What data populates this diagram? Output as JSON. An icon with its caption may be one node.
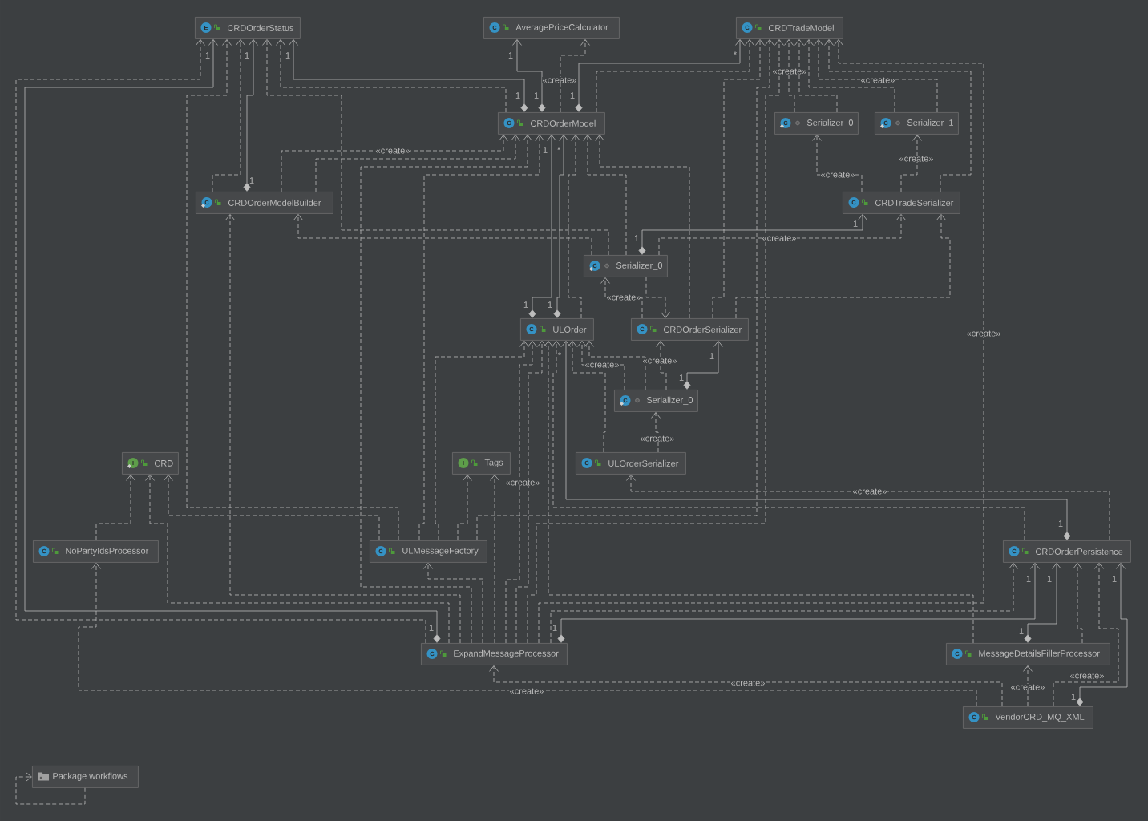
{
  "diagram": {
    "nodes": [
      {
        "text": [
          "E",
          "CRDOrderStatus"
        ]
      },
      {
        "text": [
          "C",
          "AveragePriceCalculator"
        ]
      },
      {
        "text": [
          "C",
          "CRDTradeModel"
        ]
      },
      {
        "text": [
          "C",
          "CRDOrderModel"
        ]
      },
      {
        "text": [
          "C",
          "Serializer_0"
        ]
      },
      {
        "text": [
          "C",
          "Serializer_1"
        ]
      },
      {
        "text": [
          "C",
          "CRDOrderModelBuilder"
        ]
      },
      {
        "text": [
          "C",
          "CRDTradeSerializer"
        ]
      },
      {
        "text": [
          "C",
          "Serializer_0"
        ]
      },
      {
        "text": [
          "C",
          "ULOrder"
        ]
      },
      {
        "text": [
          "C",
          "CRDOrderSerializer"
        ]
      },
      {
        "text": [
          "C",
          "Serializer_0"
        ]
      },
      {
        "text": [
          "I",
          "CRD"
        ]
      },
      {
        "text": [
          "I",
          "Tags"
        ]
      },
      {
        "text": [
          "C",
          "ULOrderSerializer"
        ]
      },
      {
        "text": [
          "C",
          "NoPartyIdsProcessor"
        ]
      },
      {
        "text": [
          "C",
          "ULMessageFactory"
        ]
      },
      {
        "text": [
          "C",
          "CRDOrderPersistence"
        ]
      },
      {
        "text": [
          "C",
          "ExpandMessageProcessor"
        ]
      },
      {
        "text": [
          "C",
          "MessageDetailsFillerProcessor"
        ]
      },
      {
        "text": [
          "C",
          "VendorCRD_MQ_XML"
        ]
      },
      {
        "text": [
          "Package workflows"
        ]
      }
    ],
    "edges": [
      {
        "from": 18,
        "to": 0,
        "arrow": "to",
        "style": "dashed"
      },
      {
        "from": 18,
        "to": 0,
        "arrow": "to"
      },
      {
        "from": 16,
        "to": 0,
        "arrow": "to",
        "style": "dashed"
      },
      {
        "from": 6,
        "to": 0,
        "arrow": "to",
        "style": "dashed"
      },
      {
        "from": 6,
        "to": 0,
        "arrow": "to"
      },
      {
        "from": 8,
        "to": 0,
        "arrow": "to",
        "style": "dashed"
      },
      {
        "from": 3,
        "to": 0,
        "arrow": "to",
        "style": "dashed"
      },
      {
        "from": 3,
        "to": 0,
        "arrow": "to"
      },
      {
        "from": 3,
        "to": 1,
        "arrow": "to"
      },
      {
        "from": 3,
        "to": 1,
        "arrow": "to",
        "style": "dashed",
        "label": "«create»"
      },
      {
        "from": 3,
        "to": 2,
        "arrow": "to"
      },
      {
        "from": 3,
        "to": 2,
        "arrow": "to",
        "style": "dashed"
      },
      {
        "from": 10,
        "to": 2,
        "arrow": "to",
        "style": "dashed"
      },
      {
        "from": 16,
        "to": 2,
        "arrow": "to",
        "style": "dashed"
      },
      {
        "from": 18,
        "to": 2,
        "arrow": "to",
        "style": "dashed"
      },
      {
        "from": 4,
        "to": 2,
        "arrow": "to",
        "style": "dashed",
        "label": "«create»"
      },
      {
        "from": 4,
        "to": 2,
        "arrow": "to",
        "style": "dashed"
      },
      {
        "from": 5,
        "to": 2,
        "arrow": "to",
        "style": "dashed"
      },
      {
        "from": 5,
        "to": 2,
        "arrow": "to",
        "style": "dashed",
        "label": "«create»"
      },
      {
        "from": 7,
        "to": 2,
        "arrow": "to",
        "style": "dashed"
      },
      {
        "from": 18,
        "to": 2,
        "arrow": "to",
        "style": "dashed",
        "label": "«create»"
      },
      {
        "from": 6,
        "to": 3,
        "arrow": "to",
        "style": "dashed",
        "label": "«create»"
      },
      {
        "from": 6,
        "to": 3,
        "arrow": "to",
        "style": "dashed"
      },
      {
        "from": 18,
        "to": 3,
        "arrow": "to",
        "style": "dashed"
      },
      {
        "from": 16,
        "to": 3,
        "arrow": "to",
        "style": "dashed"
      },
      {
        "from": 9,
        "to": 3,
        "arrow": "to"
      },
      {
        "from": 9,
        "to": 3,
        "arrow": "to"
      },
      {
        "from": 9,
        "to": 3,
        "arrow": "to",
        "style": "dashed"
      },
      {
        "from": 8,
        "to": 3,
        "arrow": "to",
        "style": "dashed"
      },
      {
        "from": 10,
        "to": 3,
        "arrow": "to",
        "style": "dashed"
      },
      {
        "from": 7,
        "to": 4,
        "arrow": "to",
        "style": "dashed",
        "label": "«create»"
      },
      {
        "from": 7,
        "to": 5,
        "arrow": "to",
        "style": "dashed",
        "label": "«create»"
      },
      {
        "from": 18,
        "to": 6,
        "arrow": "to",
        "style": "dashed"
      },
      {
        "from": 8,
        "to": 6,
        "arrow": "to",
        "style": "dashed"
      },
      {
        "from": 8,
        "to": 7,
        "arrow": "to"
      },
      {
        "from": 8,
        "to": 7,
        "arrow": "to",
        "style": "dashed",
        "label": "«create»"
      },
      {
        "from": 10,
        "to": 7,
        "arrow": "to",
        "style": "dashed"
      },
      {
        "from": 10,
        "to": 8,
        "arrow": "to",
        "style": "dashed",
        "label": "«create»"
      },
      {
        "from": 8,
        "to": 10,
        "arrow": "to",
        "style": "dashed"
      },
      {
        "from": 16,
        "to": 9,
        "arrow": "to",
        "style": "dashed"
      },
      {
        "from": 18,
        "to": 9,
        "arrow": "to",
        "style": "dashed"
      },
      {
        "from": 18,
        "to": 9,
        "arrow": "to",
        "style": "dashed"
      },
      {
        "from": 19,
        "to": 9,
        "arrow": "to",
        "style": "dashed"
      },
      {
        "from": 17,
        "to": 9,
        "arrow": "to",
        "style": "dashed"
      },
      {
        "from": 17,
        "to": 9,
        "arrow": "to"
      },
      {
        "from": 14,
        "to": 9,
        "arrow": "to",
        "style": "dashed"
      },
      {
        "from": 11,
        "to": 9,
        "arrow": "to",
        "style": "dashed",
        "label": "«create»"
      },
      {
        "from": 11,
        "to": 9,
        "arrow": "to",
        "style": "dashed"
      },
      {
        "from": 11,
        "to": 10,
        "arrow": "to",
        "style": "dashed",
        "label": "«create»"
      },
      {
        "from": 11,
        "to": 10,
        "arrow": "to"
      },
      {
        "from": 14,
        "to": 11,
        "arrow": "to",
        "style": "dashed",
        "label": "«create»"
      },
      {
        "from": 15,
        "to": 12,
        "arrow": "to",
        "style": "dashed"
      },
      {
        "from": 18,
        "to": 12,
        "arrow": "to",
        "style": "dashed"
      },
      {
        "from": 16,
        "to": 12,
        "arrow": "to",
        "style": "dashed"
      },
      {
        "from": 16,
        "to": 13,
        "arrow": "to",
        "style": "dashed"
      },
      {
        "from": 18,
        "to": 13,
        "arrow": "to",
        "style": "dashed",
        "label": "«create»"
      },
      {
        "from": 17,
        "to": 14,
        "arrow": "to",
        "style": "dashed",
        "label": "«create»"
      },
      {
        "from": 20,
        "to": 15,
        "arrow": "to",
        "style": "dashed",
        "label": "«create»"
      },
      {
        "from": 18,
        "to": 16,
        "arrow": "to",
        "style": "dashed"
      },
      {
        "from": 18,
        "to": 17,
        "arrow": "to",
        "style": "dashed"
      },
      {
        "from": 18,
        "to": 17,
        "arrow": "to"
      },
      {
        "from": 19,
        "to": 17,
        "arrow": "to"
      },
      {
        "from": 19,
        "to": 17,
        "arrow": "to",
        "style": "dashed"
      },
      {
        "from": 20,
        "to": 17,
        "arrow": "to",
        "style": "dashed",
        "label": "«create»"
      },
      {
        "from": 20,
        "to": 17,
        "arrow": "to"
      },
      {
        "from": 20,
        "to": 18,
        "arrow": "to",
        "style": "dashed",
        "label": "«create»"
      },
      {
        "from": 20,
        "to": 19,
        "arrow": "to",
        "style": "dashed",
        "label": "«create»"
      },
      {
        "from": 21,
        "to": 21,
        "arrow": "to",
        "style": "dashed"
      }
    ],
    "labels": [
      "1",
      "1",
      "1",
      "1",
      "*",
      "1",
      "1",
      "1",
      "1",
      "*",
      "1",
      "1",
      "1",
      "1",
      "1",
      "*",
      "1",
      "1",
      "1",
      "1",
      "1",
      "1",
      "1",
      "1",
      "1",
      "1"
    ]
  }
}
